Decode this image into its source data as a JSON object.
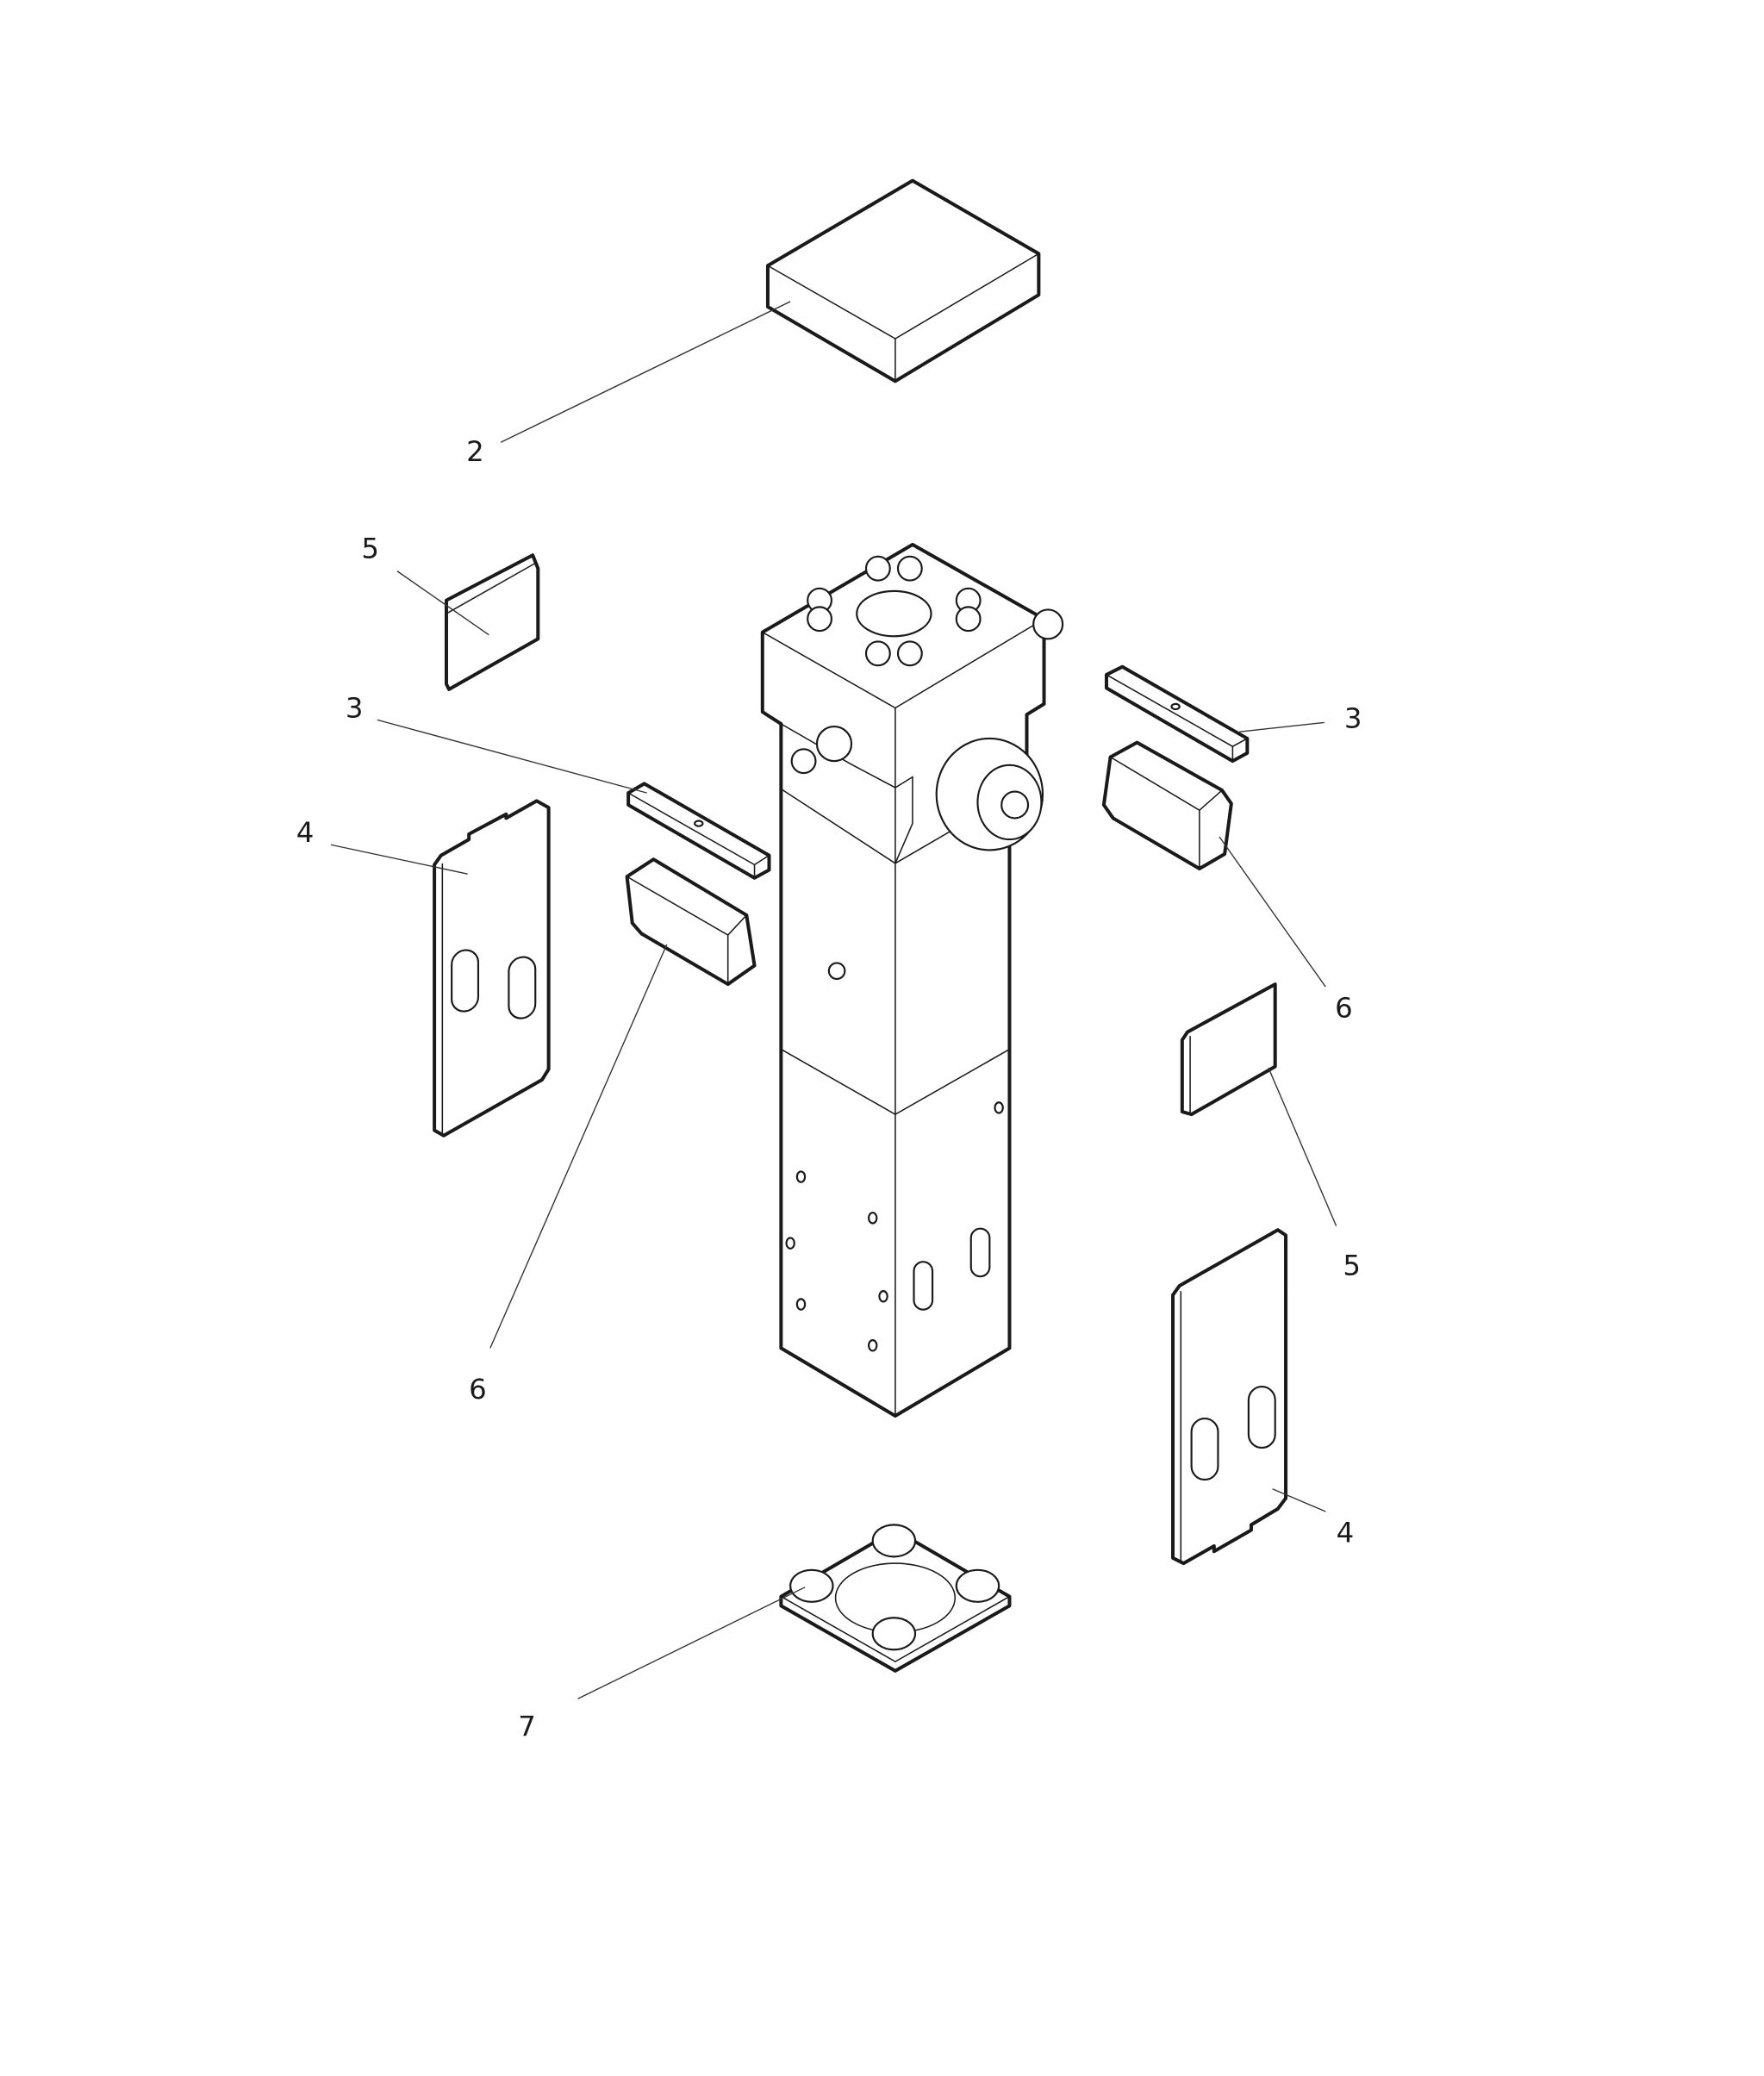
{
  "diagram": {
    "title": "Exploded view of the hydraulic breaker housing with its parts",
    "callouts": [
      {
        "id": "callout-2-top-cover",
        "label": "2"
      },
      {
        "id": "callout-5-upper-left",
        "label": "5"
      },
      {
        "id": "callout-3-left",
        "label": "3"
      },
      {
        "id": "callout-4-left",
        "label": "4"
      },
      {
        "id": "callout-3-right",
        "label": "3"
      },
      {
        "id": "callout-6-right",
        "label": "6"
      },
      {
        "id": "callout-6-left",
        "label": "6"
      },
      {
        "id": "callout-5-right",
        "label": "5"
      },
      {
        "id": "callout-4-right",
        "label": "4"
      },
      {
        "id": "callout-7-bottom",
        "label": "7"
      }
    ]
  }
}
